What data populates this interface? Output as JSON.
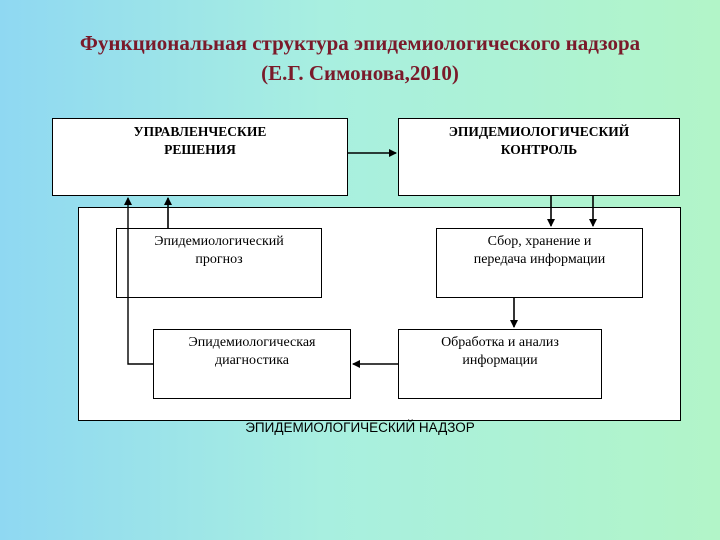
{
  "title": {
    "line1": "Функциональная структура эпидемиологического надзора",
    "line2": "(Е.Г. Симонова,2010)"
  },
  "boxes": {
    "decisions": {
      "line1": "УПРАВЛЕНЧЕСКИЕ",
      "line2": "РЕШЕНИЯ"
    },
    "control": {
      "line1": "ЭПИДЕМИОЛОГИЧЕСКИЙ",
      "line2": "КОНТРОЛЬ"
    },
    "forecast": {
      "line1": "Эпидемиологический",
      "line2": "прогноз"
    },
    "collection": {
      "line1": "Сбор, хранение и",
      "line2": "передача информации"
    },
    "diagnostics": {
      "line1": "Эпидемиологическая",
      "line2": "диагностика"
    },
    "analysis": {
      "line1": "Обработка и анализ",
      "line2": "информации"
    }
  },
  "caption": "ЭПИДЕМИОЛОГИЧЕСКИЙ НАДЗОР"
}
